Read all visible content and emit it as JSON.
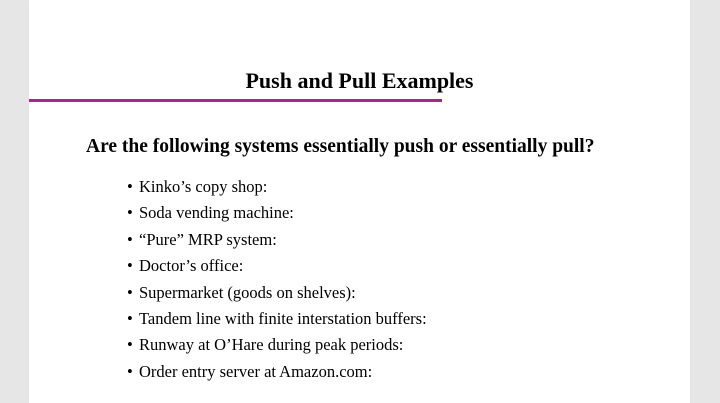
{
  "slide": {
    "title": "Push and Pull Examples",
    "question": "Are the following systems essentially push or essentially pull?",
    "bullet_symbol": "•",
    "items": [
      "Kinko’s copy shop:",
      "Soda vending machine:",
      "“Pure” MRP system:",
      "Doctor’s office:",
      "Supermarket (goods on shelves):",
      "Tandem line with finite interstation buffers:",
      "Runway at O’Hare during peak periods:",
      "Order entry server at Amazon.com:"
    ]
  },
  "colors": {
    "accent_rule": "#a6288f",
    "background": "#e6e6e6",
    "slide_background": "#ffffff"
  }
}
